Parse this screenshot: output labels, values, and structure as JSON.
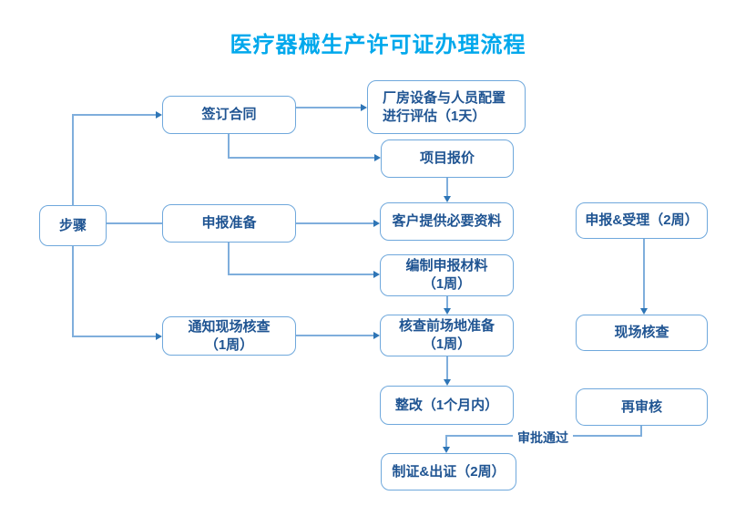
{
  "title": "医疗器械生产许可证办理流程",
  "colors": {
    "title": "#00A8EC",
    "box_border": "#6FA8DC",
    "box_text": "#1F5492",
    "connector_line": "#7FAEDC",
    "arrowhead": "#2E75B6",
    "background": "#FFFFFF"
  },
  "nodes": {
    "steps": {
      "label": "步骤"
    },
    "sign_contract": {
      "label": "签订合同"
    },
    "declare_prep": {
      "label": "申报准备"
    },
    "notify_inspection": {
      "lines": [
        "通知现场核查",
        "（1周）"
      ]
    },
    "factory_eval": {
      "lines": [
        "厂房设备与人员配置",
        "进行评估（1天）"
      ]
    },
    "project_quote": {
      "label": "项目报价"
    },
    "client_materials": {
      "label": "客户提供必要资料"
    },
    "compile_materials": {
      "lines": [
        "编制申报材料",
        "（1周）"
      ]
    },
    "site_prep": {
      "lines": [
        "核查前场地准备",
        "（1周）"
      ]
    },
    "rectification": {
      "label": "整改（1个月内）"
    },
    "issue_cert": {
      "label": "制证&出证（2周）"
    },
    "declare_accept": {
      "label": "申报&受理（2周）"
    },
    "onsite_inspection": {
      "label": "现场核查"
    },
    "re_review": {
      "label": "再审核"
    }
  },
  "edges": [
    {
      "from": "steps",
      "to": "sign_contract",
      "arrow": true
    },
    {
      "from": "steps",
      "to": "declare_prep",
      "arrow": false
    },
    {
      "from": "steps",
      "to": "notify_inspection",
      "arrow": true
    },
    {
      "from": "sign_contract",
      "to": "factory_eval",
      "arrow": true
    },
    {
      "from": "sign_contract",
      "to": "project_quote",
      "arrow": true
    },
    {
      "from": "project_quote",
      "to": "client_materials",
      "arrow": true
    },
    {
      "from": "declare_prep",
      "to": "client_materials",
      "arrow": true
    },
    {
      "from": "declare_prep",
      "to": "compile_materials",
      "arrow": true
    },
    {
      "from": "compile_materials",
      "to": "site_prep",
      "arrow": true
    },
    {
      "from": "notify_inspection",
      "to": "site_prep",
      "arrow": true
    },
    {
      "from": "site_prep",
      "to": "rectification",
      "arrow": true
    },
    {
      "from": "declare_accept",
      "to": "onsite_inspection",
      "arrow": true
    },
    {
      "from": "re_review",
      "to": "issue_cert",
      "arrow": true,
      "label": "审批通过"
    }
  ]
}
